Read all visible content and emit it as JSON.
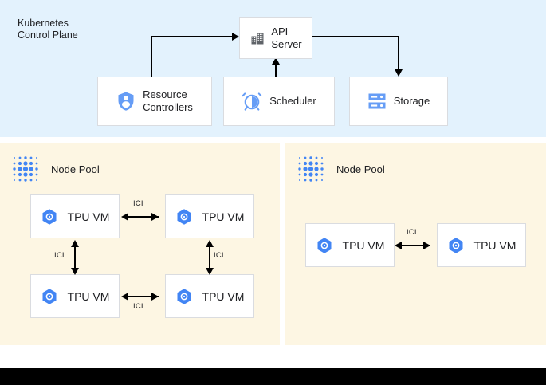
{
  "control_plane": {
    "title": "Kubernetes\nControl Plane",
    "background_color": "#e3f2fd",
    "nodes": [
      {
        "id": "api-server",
        "label": "API\nServer",
        "icon": "building-icon",
        "icon_color": "#5f6368"
      },
      {
        "id": "resource-controllers",
        "label": "Resource\nControllers",
        "icon": "shield-user-icon",
        "icon_color": "#669df6"
      },
      {
        "id": "scheduler",
        "label": "Scheduler",
        "icon": "alarm-clock-icon",
        "icon_color": "#669df6"
      },
      {
        "id": "storage",
        "label": "Storage",
        "icon": "storage-icon",
        "icon_color": "#669df6"
      }
    ]
  },
  "node_pools": [
    {
      "id": "node-pool-left",
      "title": "Node Pool",
      "icon": "node-pool-dots-icon",
      "background_color": "#fdf6e3",
      "vms": [
        {
          "id": "tpu-vm-1",
          "label": "TPU VM",
          "icon": "tpu-hexagon-icon"
        },
        {
          "id": "tpu-vm-2",
          "label": "TPU VM",
          "icon": "tpu-hexagon-icon"
        },
        {
          "id": "tpu-vm-3",
          "label": "TPU VM",
          "icon": "tpu-hexagon-icon"
        },
        {
          "id": "tpu-vm-4",
          "label": "TPU VM",
          "icon": "tpu-hexagon-icon"
        }
      ],
      "links": [
        {
          "label": "ICI",
          "orientation": "horizontal"
        },
        {
          "label": "ICI",
          "orientation": "vertical"
        },
        {
          "label": "ICI",
          "orientation": "vertical"
        },
        {
          "label": "ICI",
          "orientation": "horizontal"
        }
      ]
    },
    {
      "id": "node-pool-right",
      "title": "Node Pool",
      "icon": "node-pool-dots-icon",
      "background_color": "#fdf6e3",
      "vms": [
        {
          "id": "tpu-vm-5",
          "label": "TPU VM",
          "icon": "tpu-hexagon-icon"
        },
        {
          "id": "tpu-vm-6",
          "label": "TPU VM",
          "icon": "tpu-hexagon-icon"
        }
      ],
      "links": [
        {
          "label": "ICI",
          "orientation": "horizontal"
        }
      ]
    }
  ],
  "colors": {
    "control_plane_bg": "#e3f2fd",
    "node_pool_bg": "#fdf6e3",
    "accent_blue": "#4285f4",
    "icon_blue": "#669df6",
    "text": "#202124",
    "box_border": "#dadce0",
    "connector": "#000000",
    "bottom_bar": "#000000"
  }
}
